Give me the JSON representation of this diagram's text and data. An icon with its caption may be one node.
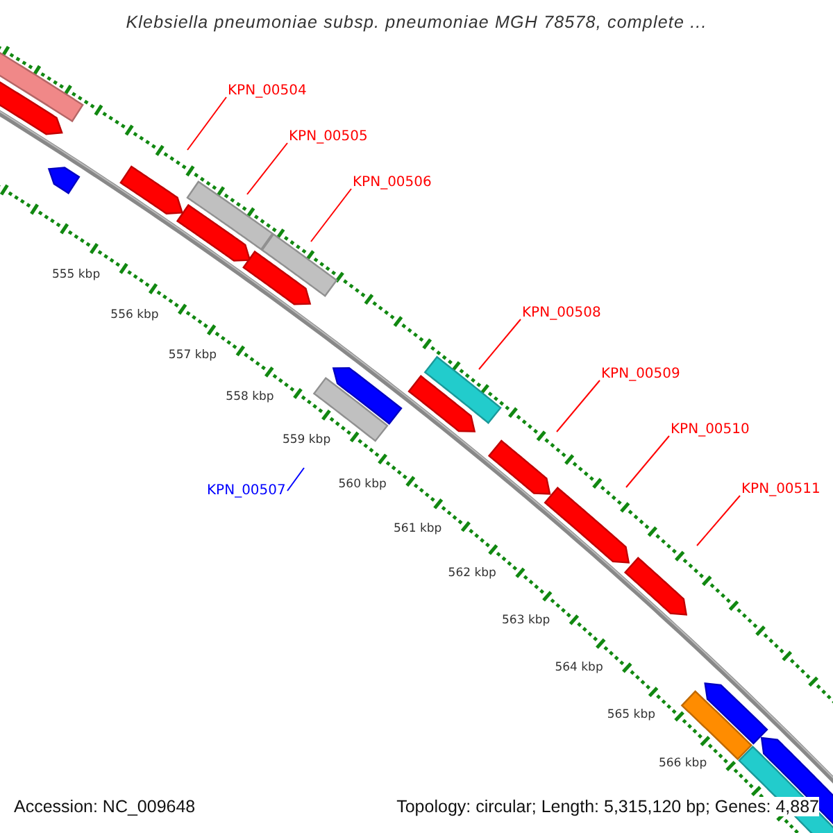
{
  "diagram": {
    "title": "Klebsiella pneumoniae subsp. pneumoniae MGH 78578, complete ...",
    "nodes": [
      {
        "text": [
          "KPN_00504"
        ]
      },
      {
        "text": [
          "KPN_00505"
        ]
      },
      {
        "text": [
          "KPN_00506"
        ]
      },
      {
        "text": [
          "KPN_00508"
        ]
      },
      {
        "text": [
          "KPN_00509"
        ]
      },
      {
        "text": [
          "KPN_00510"
        ]
      },
      {
        "text": [
          "KPN_00511"
        ]
      },
      {
        "text": [
          "KPN_00507"
        ]
      }
    ],
    "edges": [
      {
        "from": 0,
        "to": null,
        "arrow": "none"
      },
      {
        "from": 1,
        "to": null,
        "arrow": "none"
      },
      {
        "from": 2,
        "to": null,
        "arrow": "none"
      },
      {
        "from": 3,
        "to": null,
        "arrow": "none"
      },
      {
        "from": 4,
        "to": null,
        "arrow": "none"
      },
      {
        "from": 5,
        "to": null,
        "arrow": "none"
      },
      {
        "from": 6,
        "to": null,
        "arrow": "none"
      },
      {
        "from": 7,
        "to": null,
        "arrow": "none",
        "color": "#0000ff"
      }
    ],
    "labels": [
      "555 kbp",
      "556 kbp",
      "557 kbp",
      "558 kbp",
      "559 kbp",
      "560 kbp",
      "561 kbp",
      "562 kbp",
      "563 kbp",
      "564 kbp",
      "565 kbp",
      "566 kbp",
      "Accession: NC_009648",
      "Topology: circular; Length: 5,315,120 bp; Genes: 4,887"
    ]
  }
}
